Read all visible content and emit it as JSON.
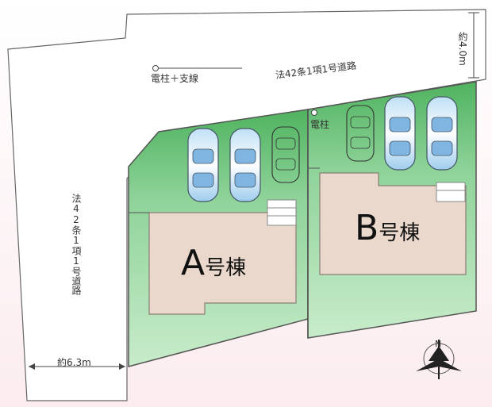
{
  "labels": {
    "pole_guy": "電柱＋支線",
    "road_top": "法42条1項1号道路",
    "road_left": "法42条1項1号道路",
    "pole_right": "電柱",
    "width_right": "約4.0m",
    "width_bottom": "約6.3m",
    "unit_a_letter": "A",
    "unit_a_suffix": "号棟",
    "unit_b_letter": "B",
    "unit_b_suffix": "号棟",
    "compass_n": "N"
  },
  "colors": {
    "road": "#ffffff",
    "lot_green": "#a9dcb0",
    "lot_green_dark": "#6fbf7a",
    "building": "#e9d8cb",
    "building_border": "#9c8f86",
    "outline": "#555555"
  }
}
